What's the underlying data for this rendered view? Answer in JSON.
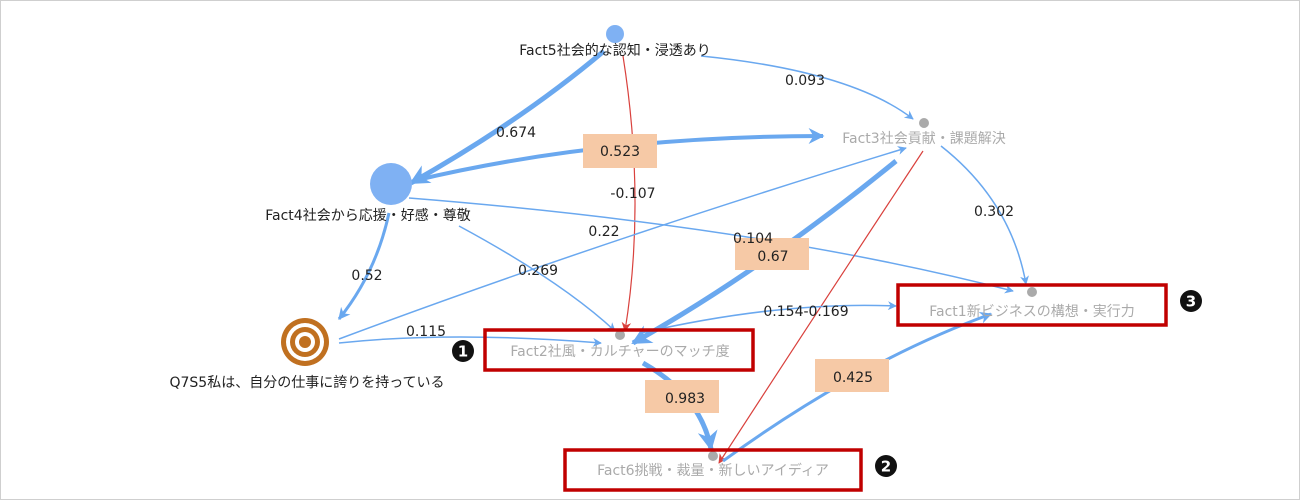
{
  "nodes": {
    "fact5": "Fact5社会的な認知・浸透あり",
    "fact4": "Fact4社会から応援・好感・尊敬",
    "fact3": "Fact3社会貢献・課題解決",
    "fact2": "Fact2社風・カルチャーのマッチ度",
    "fact1": "Fact1新ビジネスの構想・実行力",
    "fact6": "Fact6挑戦・裁量・新しいアイディア",
    "q7s5": "Q7S5私は、自分の仕事に誇りを持っている"
  },
  "edges": {
    "f5_f4": "0.674",
    "f5_f3": "0.093",
    "f5_f2": "-0.107",
    "f4_f3": "0.523",
    "f4_f1": "0.104",
    "f4_f2": "0.269",
    "f4_q7": "0.52",
    "q7_f3": "0.22",
    "q7_f2": "0.115",
    "f3_f2": "0.67",
    "f3_f1": "0.302",
    "f2_f1": "0.154-0.169",
    "f2_f6": "0.983",
    "f6_f1": "0.425"
  },
  "markers": {
    "m1": "1",
    "m2": "2",
    "m3": "3"
  },
  "colors": {
    "edge": "#6aa8ef",
    "negative": "#d9413d",
    "highlight": "#c00000",
    "label_bg": "#f6c9a6",
    "target": "#c07020"
  }
}
